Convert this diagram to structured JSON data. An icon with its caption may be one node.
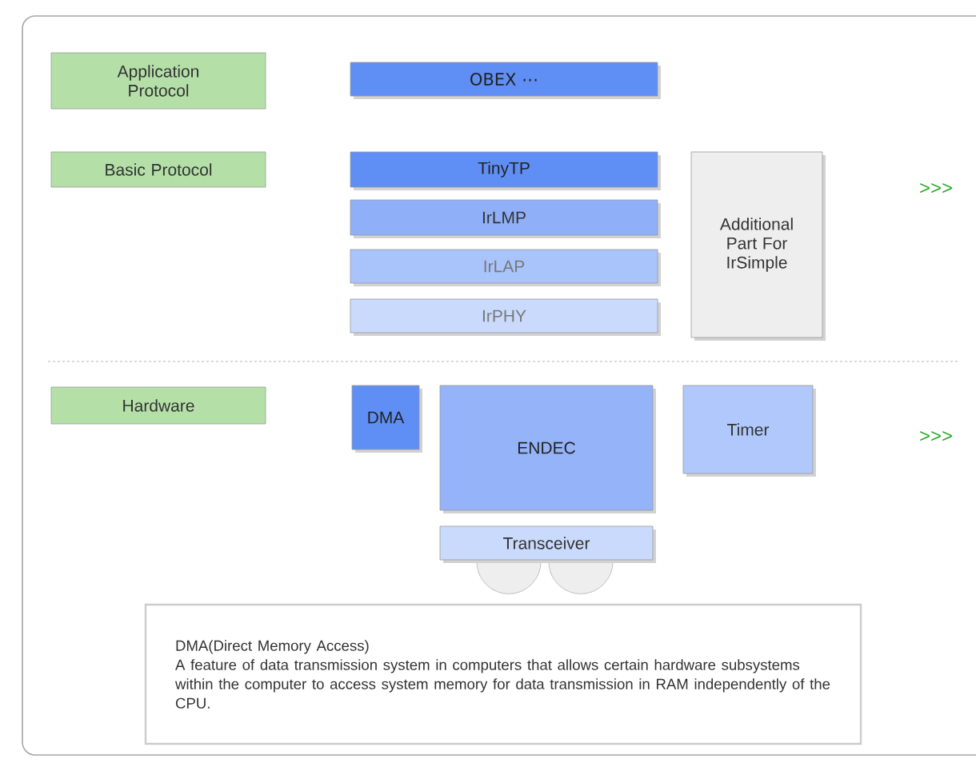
{
  "diagram": {
    "nodes": [
      {
        "text": [
          "Application Protocol"
        ]
      },
      {
        "text": [
          "Basic Protocol"
        ]
      },
      {
        "text": [
          "Hardware"
        ]
      },
      {
        "text": [
          "OBEX ⋯"
        ]
      },
      {
        "text": [
          "TinyTP"
        ]
      },
      {
        "text": [
          "IrLMP"
        ]
      },
      {
        "text": [
          "IrLAP"
        ]
      },
      {
        "text": [
          "IrPHY"
        ]
      },
      {
        "text": [
          "Additional Part For IrSimple"
        ]
      },
      {
        "text": [
          "DMA"
        ]
      },
      {
        "text": [
          "ENDEC"
        ]
      },
      {
        "text": [
          "Timer"
        ]
      },
      {
        "text": [
          "Transceiver"
        ]
      },
      {
        "text": [],
        "shape": "circle"
      },
      {
        "text": [],
        "shape": "circle"
      },
      {
        "text": [
          "DMA(Direct Memory Access)",
          "A feature of data transmission system in computers that allows certain hardware subsystems within the computer to access system memory for data transmission in RAM independently of the CPU."
        ]
      }
    ],
    "edges": [],
    "labels": [
      ">>>",
      ">>>"
    ]
  }
}
